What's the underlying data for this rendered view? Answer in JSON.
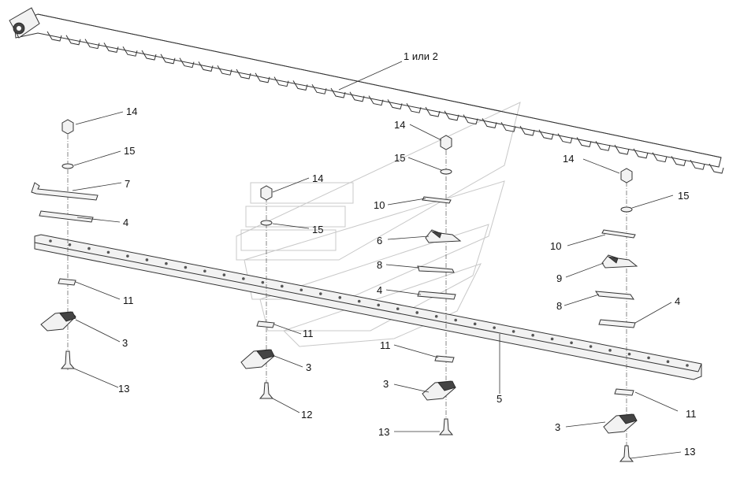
{
  "callouts": [
    {
      "id": "c-1or2",
      "text": "1 или 2"
    },
    {
      "id": "c-14a",
      "text": "14"
    },
    {
      "id": "c-15a",
      "text": "15"
    },
    {
      "id": "c-7",
      "text": "7"
    },
    {
      "id": "c-4a",
      "text": "4"
    },
    {
      "id": "c-11a",
      "text": "11"
    },
    {
      "id": "c-3a",
      "text": "3"
    },
    {
      "id": "c-13a",
      "text": "13"
    },
    {
      "id": "c-14b",
      "text": "14"
    },
    {
      "id": "c-15b",
      "text": "15"
    },
    {
      "id": "c-11b",
      "text": "11"
    },
    {
      "id": "c-3b",
      "text": "3"
    },
    {
      "id": "c-12",
      "text": "12"
    },
    {
      "id": "c-14c",
      "text": "14"
    },
    {
      "id": "c-15c",
      "text": "15"
    },
    {
      "id": "c-10a",
      "text": "10"
    },
    {
      "id": "c-6",
      "text": "6"
    },
    {
      "id": "c-8a",
      "text": "8"
    },
    {
      "id": "c-4b",
      "text": "4"
    },
    {
      "id": "c-11c",
      "text": "11"
    },
    {
      "id": "c-3c",
      "text": "3"
    },
    {
      "id": "c-13b",
      "text": "13"
    },
    {
      "id": "c-5",
      "text": "5"
    },
    {
      "id": "c-14d",
      "text": "14"
    },
    {
      "id": "c-15d",
      "text": "15"
    },
    {
      "id": "c-10b",
      "text": "10"
    },
    {
      "id": "c-9",
      "text": "9"
    },
    {
      "id": "c-8b",
      "text": "8"
    },
    {
      "id": "c-4c",
      "text": "4"
    },
    {
      "id": "c-11d",
      "text": "11"
    },
    {
      "id": "c-3d",
      "text": "3"
    },
    {
      "id": "c-13c",
      "text": "13"
    }
  ]
}
